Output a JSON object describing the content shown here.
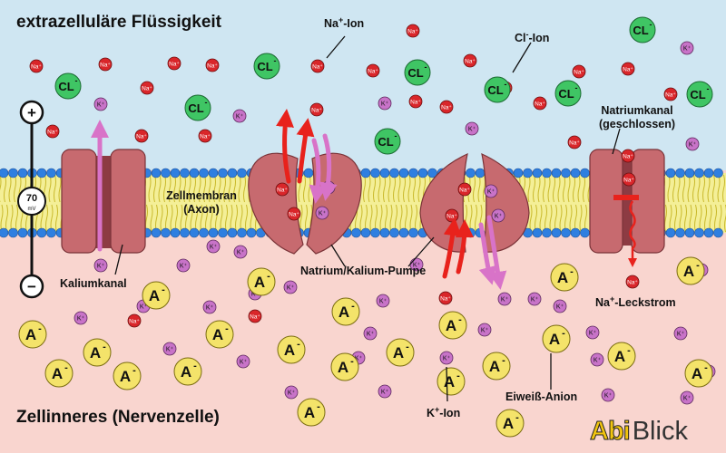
{
  "titles": {
    "extracellular": "extrazelluläre Flüssigkeit",
    "intracellular": "Zellinneres (Nervenzelle)"
  },
  "labels": {
    "na_ion": {
      "base": "Na",
      "sup": "+",
      "rest": "-Ion"
    },
    "cl_ion": {
      "base": "Cl",
      "sup": "-",
      "rest": "-Ion"
    },
    "k_ion": {
      "base": "K",
      "sup": "+",
      "rest": "-Ion"
    },
    "membrane_line1": "Zellmembran",
    "membrane_line2": "(Axon)",
    "natriumkanal_line1": "Natriumkanal",
    "natriumkanal_line2": "(geschlossen)",
    "kaliumkanal": "Kaliumkanal",
    "pumpe": "Natrium/Kalium-Pumpe",
    "leckstrom": {
      "base": "Na",
      "sup": "+",
      "rest": "-Leckstrom"
    },
    "eiweiss": "Eiweiß-Anion"
  },
  "voltmeter": {
    "plus": "+",
    "minus": "−",
    "value": "70",
    "unit": "mV"
  },
  "ion_text": {
    "na": "Na⁺",
    "k": "K⁺",
    "cl": "CL",
    "cl_sup": "-",
    "a": "A",
    "a_sup": "-"
  },
  "logo": {
    "abi": "Abi",
    "blick": "Blick"
  },
  "colors": {
    "outside": "#cfe6f2",
    "inside": "#f9d5cf",
    "na": "#d9262a",
    "k": "#c873c8",
    "cl": "#3fc564",
    "anion": "#f4e36a",
    "protein": "#c76a6f",
    "arrow_red": "#e8221c",
    "arrow_pink": "#d873c8",
    "logo_yellow": "#f1c40f"
  }
}
